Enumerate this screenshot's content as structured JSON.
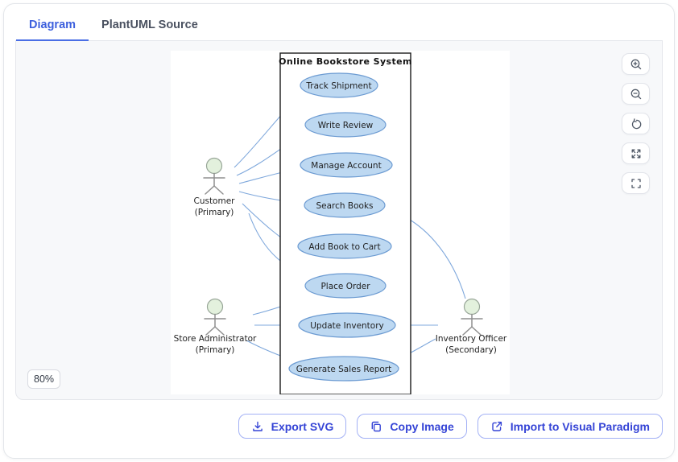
{
  "tabs": [
    {
      "label": "Diagram",
      "active": true
    },
    {
      "label": "PlantUML Source",
      "active": false
    }
  ],
  "canvas": {
    "zoom_level": "80%",
    "controls": [
      {
        "name": "zoom-in"
      },
      {
        "name": "zoom-out"
      },
      {
        "name": "reset-view"
      },
      {
        "name": "expand"
      },
      {
        "name": "fullscreen"
      }
    ]
  },
  "actions": {
    "export_svg": "Export SVG",
    "copy_image": "Copy Image",
    "import_vp": "Import to Visual Paradigm"
  },
  "diagram": {
    "system_title": "Online Bookstore System",
    "actors": [
      {
        "name": "Customer",
        "role": "(Primary)"
      },
      {
        "name": "Store Administrator",
        "role": "(Primary)"
      },
      {
        "name": "Inventory Officer",
        "role": "(Secondary)"
      }
    ],
    "use_cases": [
      "Track Shipment",
      "Write Review",
      "Manage Account",
      "Search Books",
      "Add Book to Cart",
      "Place Order",
      "Update Inventory",
      "Generate Sales Report"
    ],
    "associations": [
      {
        "from": "Customer",
        "to": "Track Shipment"
      },
      {
        "from": "Customer",
        "to": "Write Review"
      },
      {
        "from": "Customer",
        "to": "Manage Account"
      },
      {
        "from": "Customer",
        "to": "Search Books"
      },
      {
        "from": "Customer",
        "to": "Add Book to Cart"
      },
      {
        "from": "Customer",
        "to": "Place Order"
      },
      {
        "from": "Store Administrator",
        "to": "Place Order"
      },
      {
        "from": "Store Administrator",
        "to": "Update Inventory"
      },
      {
        "from": "Store Administrator",
        "to": "Generate Sales Report"
      },
      {
        "from": "Search Books",
        "to": "Inventory Officer"
      },
      {
        "from": "Update Inventory",
        "to": "Inventory Officer"
      },
      {
        "from": "Generate Sales Report",
        "to": "Inventory Officer"
      }
    ],
    "colors": {
      "usecase_fill": "#bdd8f1",
      "usecase_stroke": "#6c9bd2",
      "association_line": "#7fa8dc",
      "actor_head_fill": "#e3f1dd",
      "accent_blue": "#3c5fdd"
    }
  }
}
